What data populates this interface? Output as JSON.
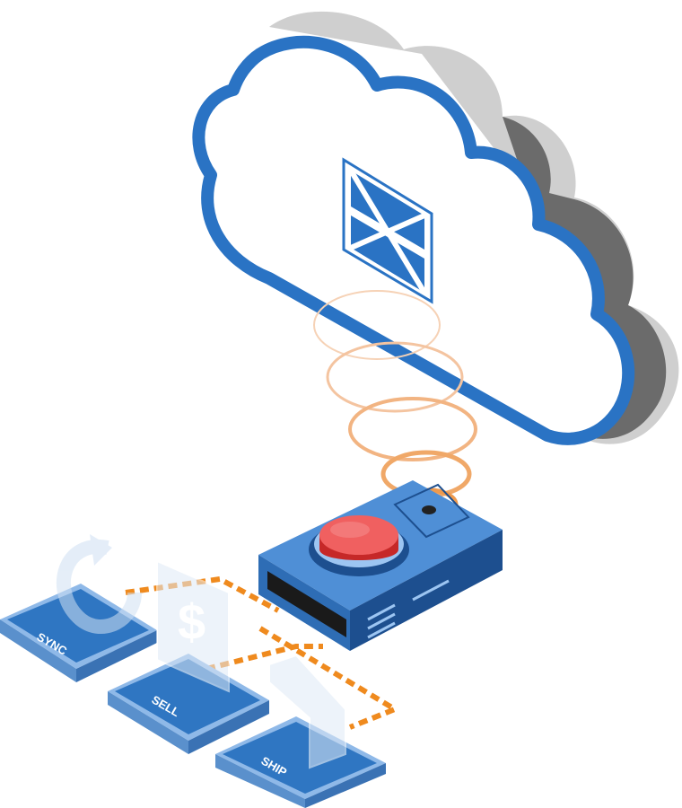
{
  "colors": {
    "brand_blue": "#2a73c4",
    "tile_blue": "#2f76c2",
    "tile_light": "#8fb9e8",
    "device_face": "#3f82cf",
    "device_light": "#9cc5f2",
    "device_dark": "#1d4f8f",
    "cloud_shadow_light": "#cfcfcf",
    "cloud_shadow_dark": "#6b6b6b",
    "button_red": "#ee3b3b",
    "connector_orange": "#ef8a1e",
    "signal_orange": "#f2a86b"
  },
  "icons": {
    "cloud_logo": "windows-logo-icon",
    "sync": "refresh-arrow-icon",
    "sell": "dollar-tag-icon",
    "ship": "forward-arrow-icon"
  },
  "tiles": [
    {
      "label": "SYNC",
      "icon": "refresh-arrow-icon"
    },
    {
      "label": "SELL",
      "icon": "dollar-tag-icon"
    },
    {
      "label": "SHIP",
      "icon": "forward-arrow-icon"
    }
  ]
}
